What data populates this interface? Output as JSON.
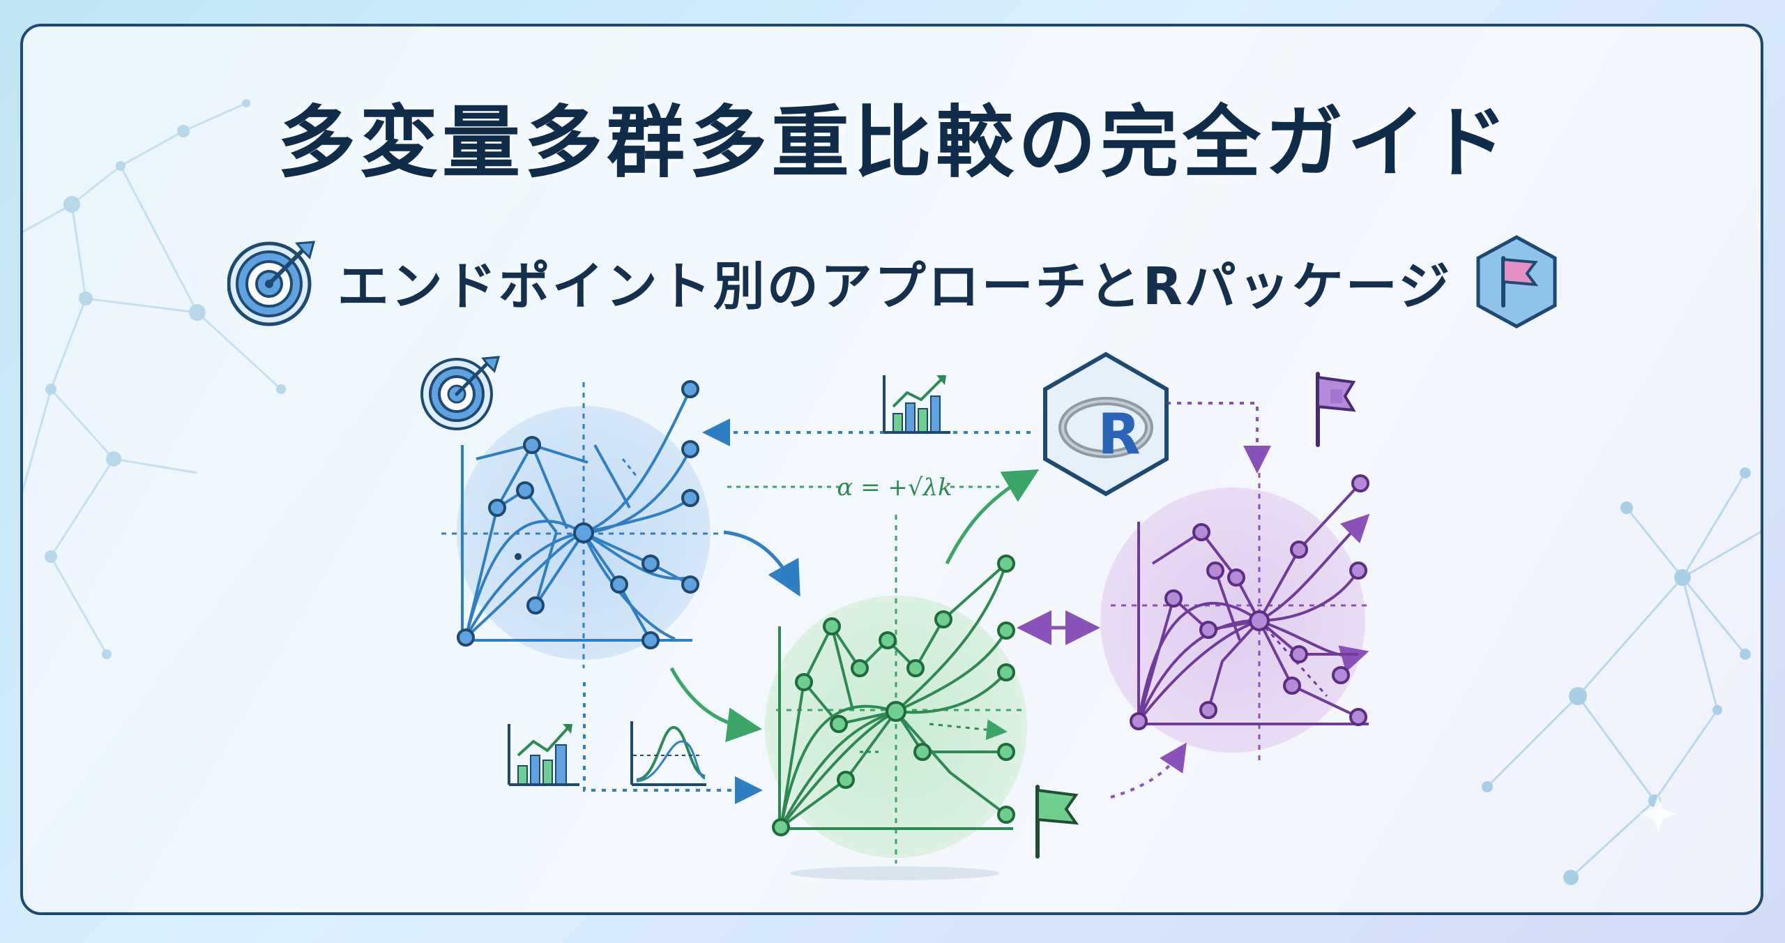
{
  "title": "多変量多群多重比較の完全ガイド",
  "subtitle": "エンドポイント別のアプローチとRパッケージ",
  "formula": "α = +√λk",
  "r_logo_letter": "R",
  "colors": {
    "navy": "#0f2d4a",
    "blue": "#2f7fc4",
    "green": "#3aa566",
    "purple": "#8a52b8",
    "border": "#1e4a72"
  },
  "icons": [
    "target-icon",
    "flag-icon",
    "bar-chart-icon",
    "distribution-curve-icon",
    "r-logo-icon"
  ]
}
